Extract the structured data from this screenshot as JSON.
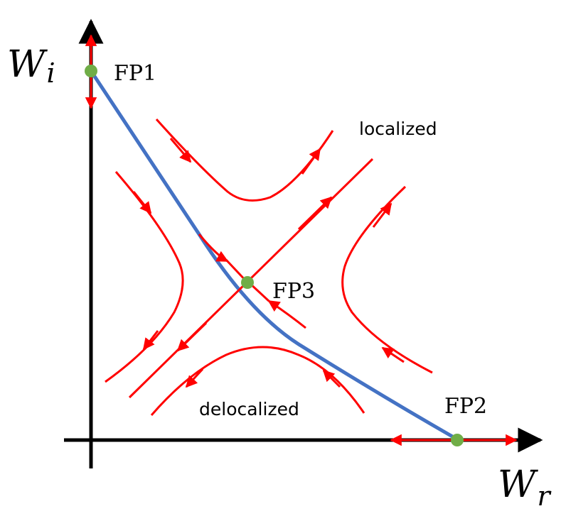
{
  "axes": {
    "y_label_main": "W",
    "y_label_sub": "i",
    "x_label_main": "W",
    "x_label_sub": "r"
  },
  "fixed_points": [
    {
      "id": "fp1",
      "label": "FP1"
    },
    {
      "id": "fp2",
      "label": "FP2"
    },
    {
      "id": "fp3",
      "label": "FP3"
    }
  ],
  "regions": {
    "localized": "localized",
    "delocalized": "delocalized"
  },
  "colors": {
    "axes": "#000000",
    "flow": "#ff0000",
    "critical_line": "#4472c4",
    "fixed_point": "#70ad47"
  }
}
